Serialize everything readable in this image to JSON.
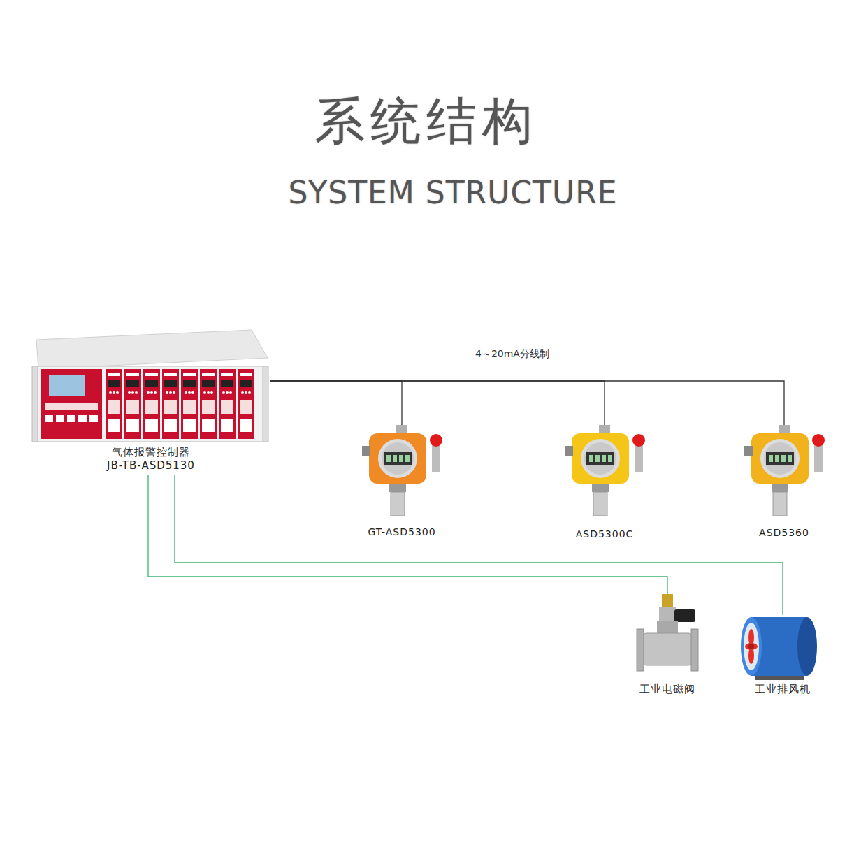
{
  "diagram": {
    "title": "系统结构",
    "nodes": [
      {
        "text": [
          "气体报警控制器",
          "JB-TB-ASD5130"
        ]
      },
      {
        "text": [
          "GT-ASD5300"
        ]
      },
      {
        "text": [
          "ASD5300C"
        ]
      },
      {
        "text": [
          "ASD5360"
        ]
      },
      {
        "text": [
          "工业电磁阀"
        ]
      },
      {
        "text": [
          "工业排风机"
        ]
      }
    ],
    "edges": [
      {
        "from": 0,
        "to": 1,
        "arrow": "none"
      },
      {
        "from": 0,
        "to": 2,
        "arrow": "none"
      },
      {
        "from": 0,
        "to": 3,
        "arrow": "none"
      },
      {
        "from": 0,
        "to": 4,
        "arrow": "none"
      },
      {
        "from": 0,
        "to": 5,
        "arrow": "none"
      }
    ],
    "labels": [
      "SYSTEM STRUCTURE",
      "4～20mA分线制"
    ]
  }
}
